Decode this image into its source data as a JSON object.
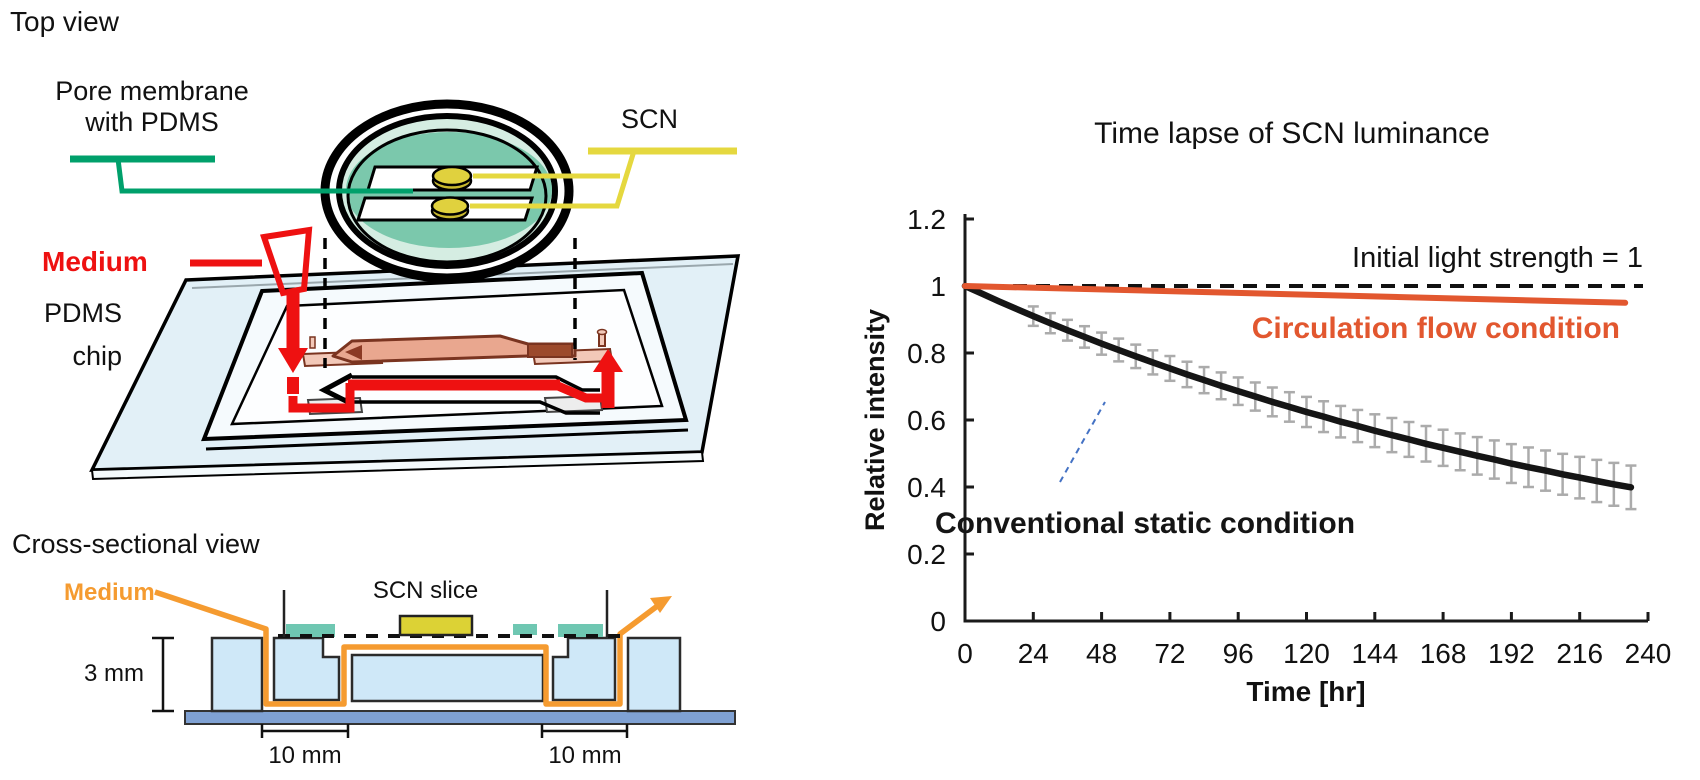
{
  "top_view": {
    "title": "Top view",
    "pore_membrane_label_line1": "Pore membrane",
    "pore_membrane_label_line2": "with PDMS",
    "scn_label": "SCN",
    "medium_label": "Medium",
    "pdms_chip_label_line1": "PDMS",
    "pdms_chip_label_line2": "chip",
    "colors": {
      "membrane_leader_green": "#00A06B",
      "scn_leader_yellow": "#E5D83F",
      "medium_red": "#EE1111",
      "dish_teal": "#7BC8AC",
      "dish_mint": "#D5EDE2",
      "slab_blue": "#E2F0F7",
      "channel_salmon": "#E9A78F",
      "channel_outline_brown": "#7A3420"
    }
  },
  "cross_section": {
    "title": "Cross-sectional view",
    "medium_label": "Medium",
    "scn_slice_label": "SCN slice",
    "depth_dimension": "3 mm",
    "left_well_dimension": "10 mm",
    "right_well_dimension": "10 mm",
    "colors": {
      "medium_orange": "#F59B30",
      "pdms_blue": "#CFE8F8",
      "base_plate_blue": "#7FA1D3",
      "membrane_teal": "#6FC7B2",
      "scn_yellow": "#DCD235"
    }
  },
  "chart_data": {
    "type": "line",
    "title": "Time lapse of SCN luminance",
    "xlabel": "Time [hr]",
    "ylabel": "Relative intensity",
    "xlim": [
      0,
      240
    ],
    "ylim": [
      0,
      1.2
    ],
    "grid": false,
    "legend_position": "inline-annotations",
    "x_ticks": [
      0,
      24,
      48,
      72,
      96,
      120,
      144,
      168,
      192,
      216,
      240
    ],
    "y_ticks": [
      0,
      0.2,
      0.4,
      0.6,
      0.8,
      1,
      1.2
    ],
    "y_tick_labels": [
      "0",
      "0.2",
      "0.4",
      "0.6",
      "0.8",
      "1",
      "1.2"
    ],
    "reference_line": {
      "label": "Initial light strength = 1",
      "y": 1,
      "style": "dashed",
      "color": "#111111"
    },
    "series": [
      {
        "name": "Circulation flow condition",
        "color": "#E2572F",
        "x": [
          0,
          232
        ],
        "y": [
          1.0,
          0.95
        ]
      },
      {
        "name": "Conventional static condition",
        "color": "#151515",
        "error_color": "#ABABAB",
        "x": [
          0,
          6,
          12,
          18,
          24,
          30,
          36,
          42,
          48,
          54,
          60,
          66,
          72,
          78,
          84,
          90,
          96,
          102,
          108,
          114,
          120,
          126,
          132,
          138,
          144,
          150,
          156,
          162,
          168,
          174,
          180,
          186,
          192,
          198,
          204,
          210,
          216,
          222,
          228,
          234
        ],
        "y": [
          1.0,
          0.977,
          0.954,
          0.932,
          0.91,
          0.889,
          0.868,
          0.848,
          0.828,
          0.809,
          0.79,
          0.772,
          0.754,
          0.736,
          0.719,
          0.702,
          0.686,
          0.67,
          0.654,
          0.639,
          0.624,
          0.61,
          0.595,
          0.582,
          0.568,
          0.555,
          0.542,
          0.529,
          0.517,
          0.505,
          0.493,
          0.482,
          0.47,
          0.459,
          0.449,
          0.438,
          0.428,
          0.418,
          0.408,
          0.399
        ],
        "error": [
          0,
          0,
          0,
          0,
          0.029,
          0.03,
          0.031,
          0.032,
          0.033,
          0.034,
          0.035,
          0.036,
          0.037,
          0.038,
          0.039,
          0.04,
          0.041,
          0.042,
          0.043,
          0.044,
          0.045,
          0.046,
          0.047,
          0.048,
          0.049,
          0.051,
          0.052,
          0.053,
          0.054,
          0.055,
          0.056,
          0.057,
          0.058,
          0.059,
          0.06,
          0.061,
          0.062,
          0.063,
          0.064,
          0.065
        ]
      }
    ],
    "annotation_leader_color": "#4472C4"
  }
}
